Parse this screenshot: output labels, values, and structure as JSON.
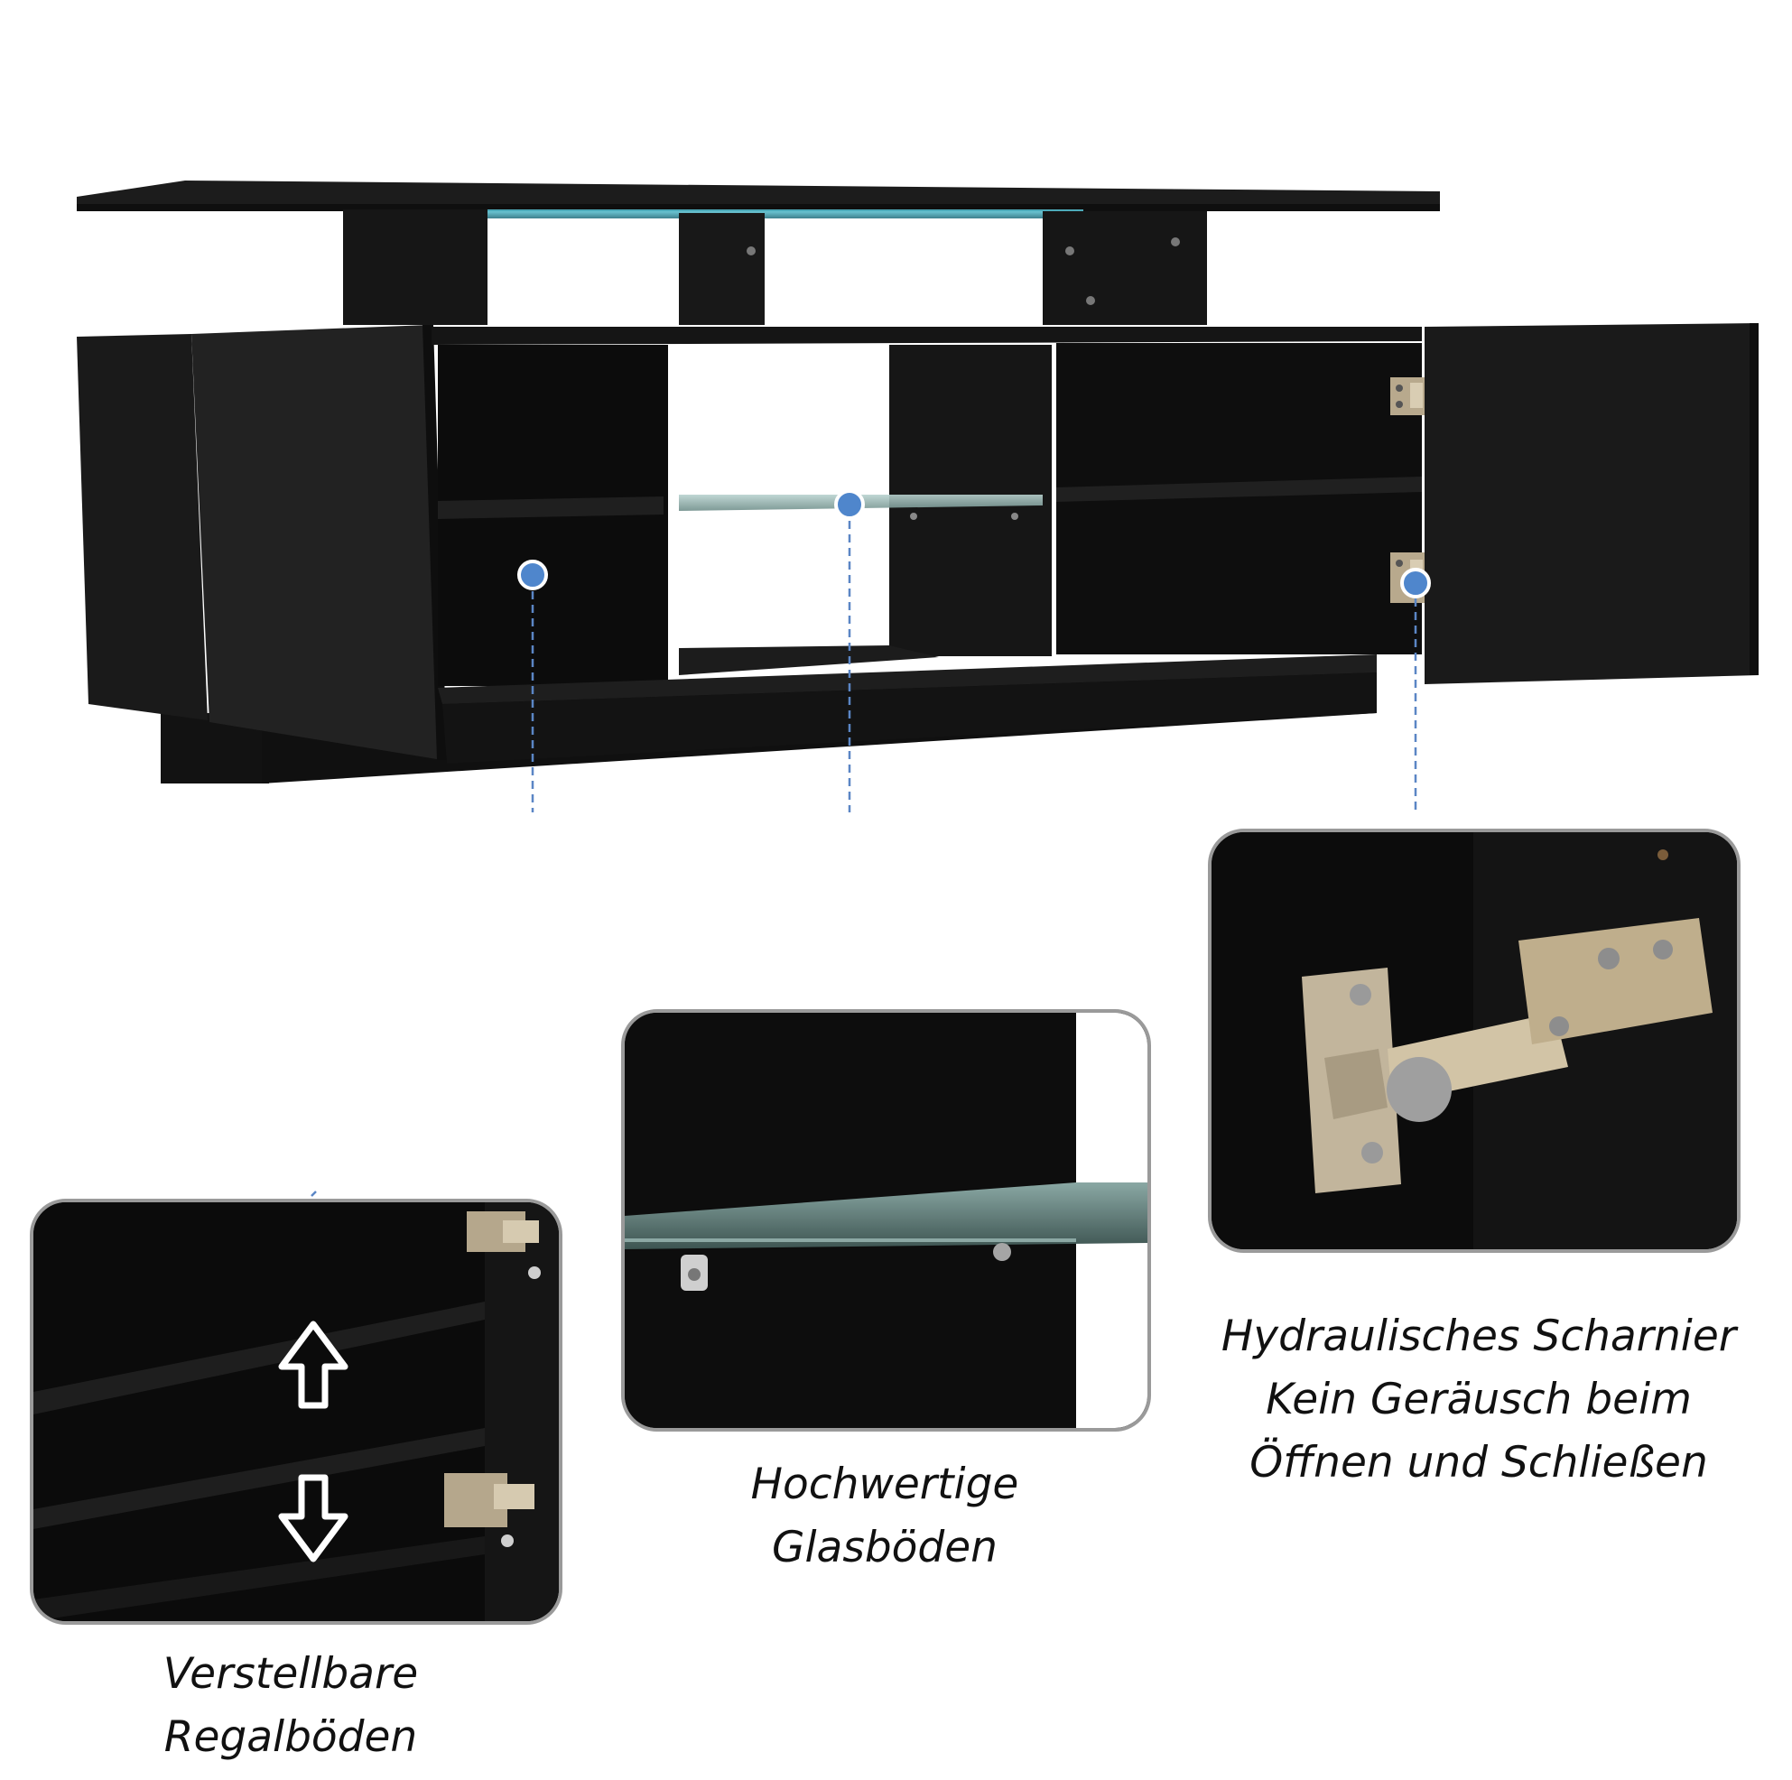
{
  "colors": {
    "background": "#ffffff",
    "furniture": "#141414",
    "leader_line": "#5b86c5",
    "marker": "#4f86cc",
    "panel_border": "#9a9a9a",
    "glass": "#9fbcb8",
    "led": "#49b6c9",
    "hinge_metal": "#c8b89a"
  },
  "captions": {
    "shelves": {
      "line1": "Verstellbare",
      "line2": "Regalböden"
    },
    "glass": {
      "line1": "Hochwertige",
      "line2": "Glasböden"
    },
    "hinge": {
      "line1": "Hydraulisches Scharnier",
      "line2": "Kein Geräusch beim",
      "line3": "Öffnen und Schließen"
    }
  }
}
